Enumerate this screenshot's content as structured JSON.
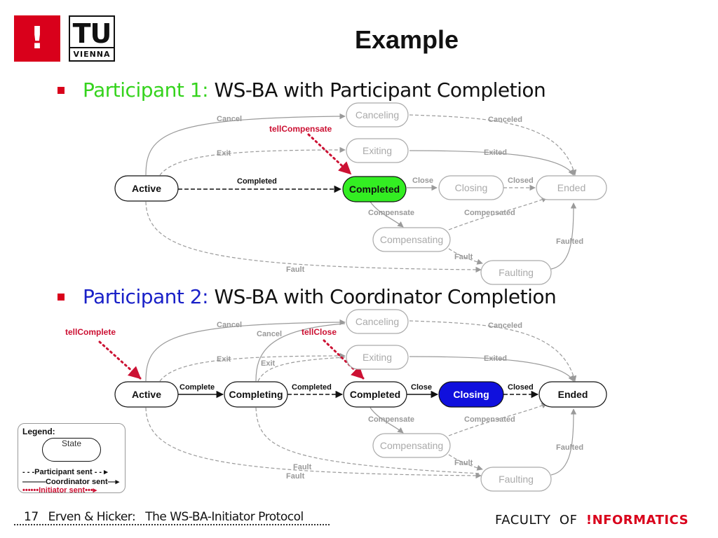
{
  "logo": {
    "mark": "!",
    "tu": "TU",
    "city": "VIENNA"
  },
  "title": "Example",
  "participant1": {
    "lead": "Participant 1:",
    "text": " WS-BA with Participant Completion"
  },
  "participant2": {
    "lead": "Participant 2:",
    "text": " WS-BA with Coordinator Completion"
  },
  "diagram1": {
    "states": {
      "active": "Active",
      "canceling": "Canceling",
      "exiting": "Exiting",
      "completed": "Completed",
      "closing": "Closing",
      "ended": "Ended",
      "compensating": "Compensating",
      "faulting": "Faulting"
    },
    "labels": {
      "cancel": "Cancel",
      "exit": "Exit",
      "completed": "Completed",
      "close": "Close",
      "closed": "Closed",
      "canceled": "Canceled",
      "exited": "Exited",
      "compensate": "Compensate",
      "compensated": "Compensated",
      "fault_a": "Fault",
      "fault_b": "Fault",
      "faulted": "Faulted"
    },
    "initiator": "tellCompensate"
  },
  "diagram2": {
    "states": {
      "active": "Active",
      "completing": "Completing",
      "completed": "Completed",
      "closing": "Closing",
      "ended": "Ended",
      "canceling": "Canceling",
      "exiting": "Exiting",
      "compensating": "Compensating",
      "faulting": "Faulting"
    },
    "labels": {
      "cancel_a": "Cancel",
      "cancel_b": "Cancel",
      "exit_a": "Exit",
      "exit_b": "Exit",
      "complete": "Complete",
      "completed": "Completed",
      "close": "Close",
      "closed": "Closed",
      "canceled": "Canceled",
      "exited": "Exited",
      "compensate": "Compensate",
      "compensated": "Compensated",
      "fault_a": "Fault",
      "fault_b": "Fault",
      "fault_c": "Fault",
      "faulted": "Faulted"
    },
    "initiator_a": "tellComplete",
    "initiator_b": "tellClose"
  },
  "legend": {
    "title": "Legend:",
    "state": "State",
    "participant": "Participant sent",
    "coordinator": "Coordinator sent",
    "initiator": "Initiator sent"
  },
  "footer": {
    "page": "17",
    "authors": "Erven & Hicker:",
    "subject": "The WS-BA-Initiator Protocol",
    "faculty": "FACULTY  OF  ",
    "informatics": "!NFORMATICS"
  },
  "colors": {
    "accent_red": "#d9001b",
    "highlight_green": "#33ee22",
    "highlight_blue": "#1010dd",
    "gray_state": "#9a9a9a",
    "initiator_red": "#cc1133"
  }
}
